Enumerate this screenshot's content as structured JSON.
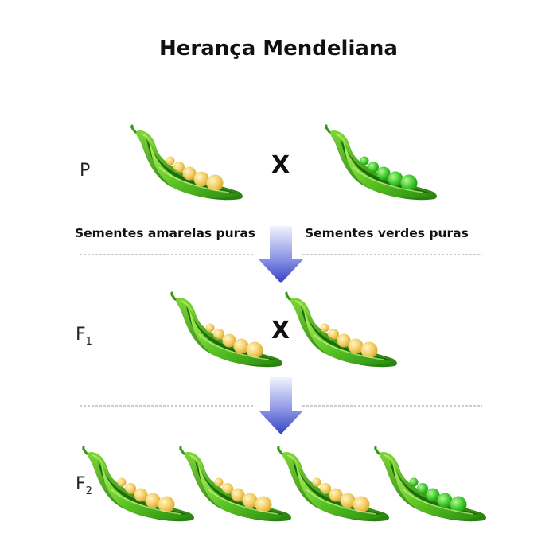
{
  "title": "Herança Mendeliana",
  "generations": {
    "p": "P",
    "f1_base": "F",
    "f1_sub": "1",
    "f2_base": "F",
    "f2_sub": "2"
  },
  "cross_symbol": "X",
  "labels": {
    "yellow": "Sementes amarelas puras",
    "green": "Sementes verdes puras"
  },
  "pods": {
    "P": [
      "yellow",
      "green"
    ],
    "F1": [
      "yellow",
      "yellow"
    ],
    "F2": [
      "yellow",
      "yellow",
      "yellow",
      "green"
    ]
  },
  "colors": {
    "pod_light": "#9be24a",
    "pod_dark": "#2f9a12",
    "pod_inner": "#1f7a0c",
    "pea_yellow": "#f2c95a",
    "pea_yellow_light": "#fff3b8",
    "pea_green": "#35c224",
    "pea_green_light": "#a9f58a",
    "arrow_top": "#e8ebfb",
    "arrow_bottom": "#3a46c8",
    "divider": "#999999"
  }
}
